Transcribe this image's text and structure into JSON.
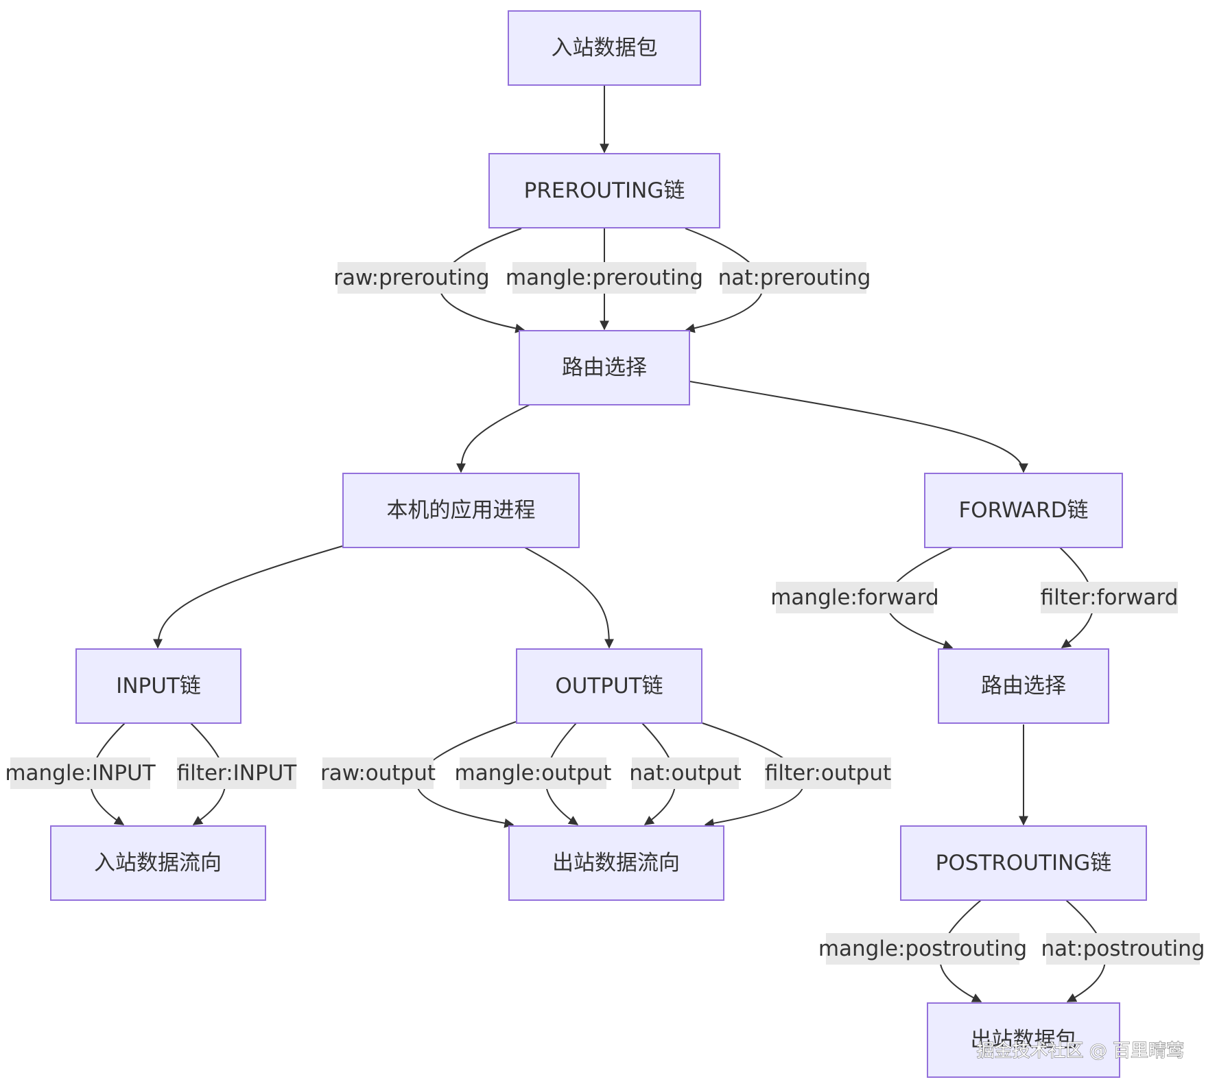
{
  "colors": {
    "node_fill": "#ECECFF",
    "node_border": "#9370DB",
    "edge": "#333333",
    "edge_label_bg": "#E8E8E8",
    "text": "#333333"
  },
  "nodes": {
    "incoming_packet": "入站数据包",
    "prerouting_chain": "PREROUTING链",
    "routing_decision_1": "路由选择",
    "local_process": "本机的应用进程",
    "forward_chain": "FORWARD链",
    "input_chain": "INPUT链",
    "output_chain": "OUTPUT链",
    "routing_decision_2": "路由选择",
    "inbound_flow": "入站数据流向",
    "outbound_flow": "出站数据流向",
    "postrouting_chain": "POSTROUTING链",
    "outgoing_packet": "出站数据包"
  },
  "edge_labels": {
    "raw_prerouting": "raw:prerouting",
    "mangle_prerouting": "mangle:prerouting",
    "nat_prerouting": "nat:prerouting",
    "mangle_forward": "mangle:forward",
    "filter_forward": "filter:forward",
    "mangle_input": "mangle:INPUT",
    "filter_input": "filter:INPUT",
    "raw_output": "raw:output",
    "mangle_output": "mangle:output",
    "nat_output": "nat:output",
    "filter_output": "filter:output",
    "mangle_postrouting": "mangle:postrouting",
    "nat_postrouting": "nat:postrouting"
  },
  "watermark": "掘金技术社区 @ 百里晴莺"
}
